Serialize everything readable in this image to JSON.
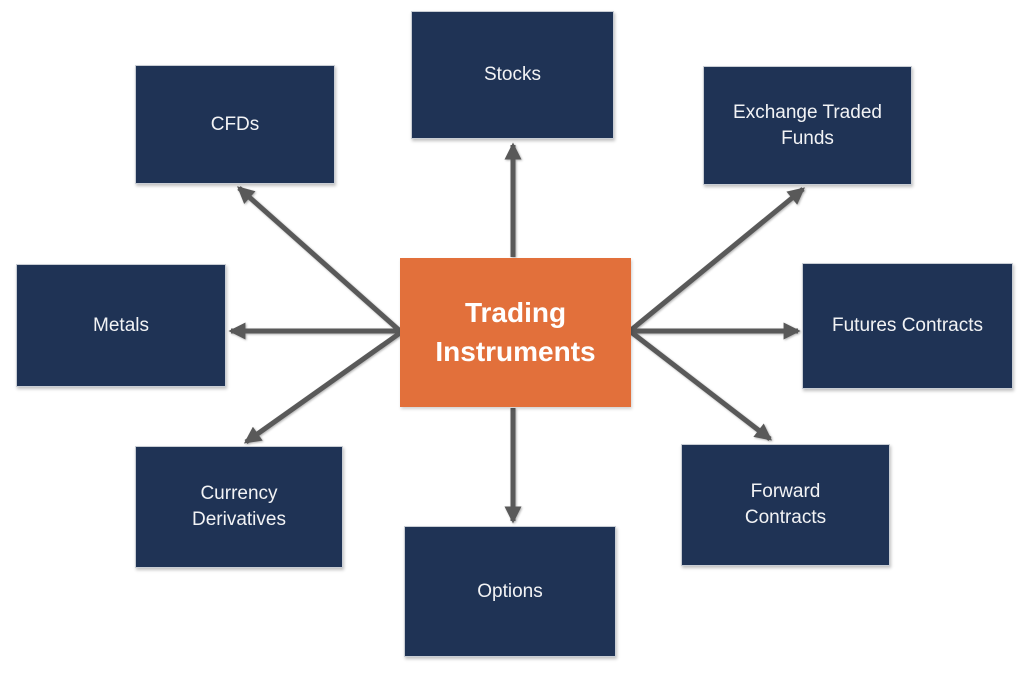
{
  "diagram": {
    "type": "hub-and-spoke",
    "center": {
      "id": "trading-instruments",
      "label": "Trading Instruments"
    },
    "nodes": [
      {
        "id": "stocks",
        "label": "Stocks"
      },
      {
        "id": "exchange-traded-funds",
        "label": "Exchange Traded Funds"
      },
      {
        "id": "futures-contracts",
        "label": "Futures Contracts"
      },
      {
        "id": "forward-contracts",
        "label": "Forward Contracts"
      },
      {
        "id": "options",
        "label": "Options"
      },
      {
        "id": "currency-derivatives",
        "label": "Currency Derivatives"
      },
      {
        "id": "metals",
        "label": "Metals"
      },
      {
        "id": "cfds",
        "label": "CFDs"
      }
    ],
    "connections": [
      {
        "from": "trading-instruments",
        "to": "stocks"
      },
      {
        "from": "trading-instruments",
        "to": "exchange-traded-funds"
      },
      {
        "from": "trading-instruments",
        "to": "futures-contracts"
      },
      {
        "from": "trading-instruments",
        "to": "forward-contracts"
      },
      {
        "from": "trading-instruments",
        "to": "options"
      },
      {
        "from": "trading-instruments",
        "to": "currency-derivatives"
      },
      {
        "from": "trading-instruments",
        "to": "metals"
      },
      {
        "from": "trading-instruments",
        "to": "cfds"
      }
    ],
    "colors": {
      "background": "#FFFFFF",
      "node_bg": "#1F3355",
      "node_text": "#F2F3F5",
      "center_bg": "#E2703B",
      "center_text": "#FFFFFF",
      "arrow": "#595959"
    }
  }
}
